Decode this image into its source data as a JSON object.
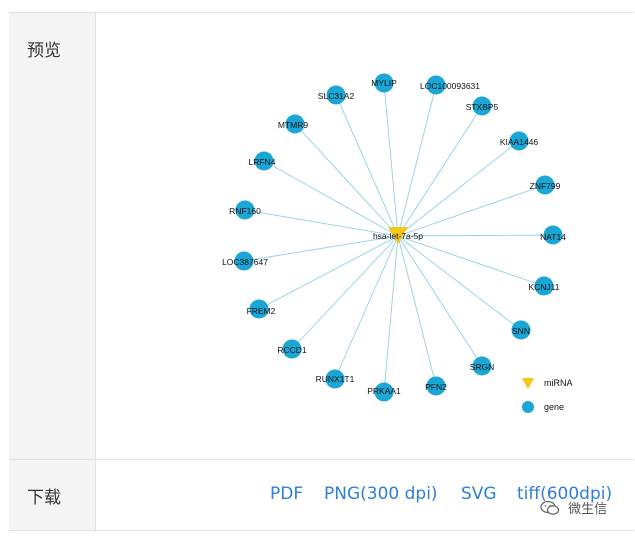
{
  "labels": {
    "preview": "预览",
    "download": "下载"
  },
  "network": {
    "center": "hsa-let-7a-5p",
    "genes": [
      "MYLIP",
      "LOC100093631",
      "STXBP5",
      "KIAA1446",
      "ZNF799",
      "NAT14",
      "KCNJ11",
      "SNN",
      "SRGN",
      "PFN2",
      "PRKAA1",
      "RUNX1T1",
      "RCCD1",
      "FREM2",
      "LOC387647",
      "RNF160",
      "LRFN4",
      "MTMR9",
      "SLC31A2"
    ],
    "legend": [
      {
        "label": "miRNA",
        "shape": "triangle"
      },
      {
        "label": "gene",
        "shape": "circle"
      }
    ],
    "colors": {
      "gene": "#1aa7d6",
      "mirna": "#f5c518",
      "edge": "#8fd0e6",
      "text": "#111111"
    }
  },
  "downloads": [
    {
      "label": "PDF"
    },
    {
      "label": "PNG(300 dpi)"
    },
    {
      "label": "SVG"
    },
    {
      "label": "tiff(600dpi)"
    }
  ],
  "watermark": {
    "icon": "wechat-icon",
    "text": "微生信"
  }
}
